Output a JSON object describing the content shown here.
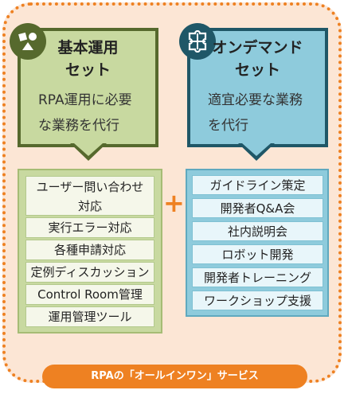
{
  "basic": {
    "title_line1": "基本運用",
    "title_line2": "セット",
    "desc_line1": "RPA運用に必要",
    "desc_line2": "な業務を代行",
    "icon": "shapes-icon",
    "color": "#56692d",
    "items": [
      {
        "line1": "ユーザー問い合わせ",
        "line2": "対応"
      },
      {
        "line1": "実行エラー対応"
      },
      {
        "line1": "各種申請対応"
      },
      {
        "line1": "定例ディスカッション"
      },
      {
        "line1": "Control Room管理"
      },
      {
        "line1": "運用管理ツール"
      }
    ]
  },
  "ondemand": {
    "title_line1": "オンデマンド",
    "title_line2": "セット",
    "desc_line1": "適宜必要な業務",
    "desc_line2": "を代行",
    "icon": "puzzle-icon",
    "color": "#1f5767",
    "items": [
      "ガイドライン策定",
      "開発者Q&A会",
      "社内説明会",
      "ロボット開発",
      "開発者トレーニング",
      "ワークショップ支援"
    ]
  },
  "plus_symbol": "+",
  "footer": "RPAの「オールインワン」サービス",
  "accent_color": "#ee8122"
}
